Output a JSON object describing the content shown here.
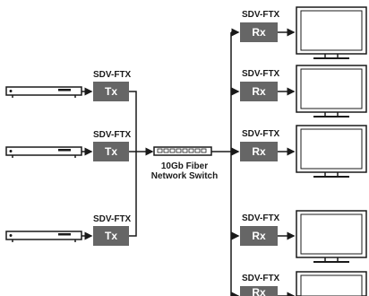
{
  "transmitters": [
    {
      "model": "SDV-FTX",
      "unit": "Tx"
    },
    {
      "model": "SDV-FTX",
      "unit": "Tx"
    },
    {
      "model": "SDV-FTX",
      "unit": "Tx"
    }
  ],
  "switch": {
    "line1": "10Gb Fiber",
    "line2": "Network Switch"
  },
  "receivers": [
    {
      "model": "SDV-FTX",
      "unit": "Rx"
    },
    {
      "model": "SDV-FTX",
      "unit": "Rx"
    },
    {
      "model": "SDV-FTX",
      "unit": "Rx"
    },
    {
      "model": "SDV-FTX",
      "unit": "Rx"
    },
    {
      "model": "SDV-FTX",
      "unit": "Rx"
    }
  ],
  "colors": {
    "box": "#666666",
    "line": "#1a1a1a",
    "text": "#1a1a1a"
  }
}
